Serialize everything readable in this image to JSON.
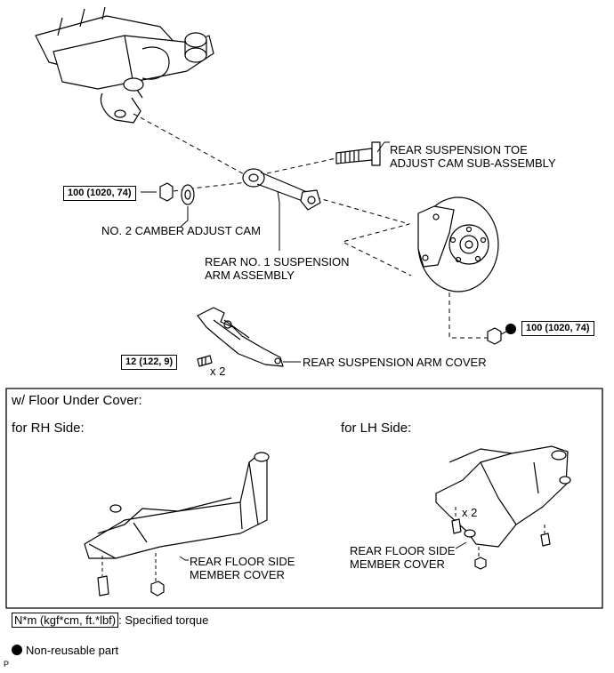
{
  "labels": {
    "toe_cam_line1": "REAR SUSPENSION TOE",
    "toe_cam_line2": "ADJUST CAM SUB-ASSEMBLY",
    "camber_cam": "NO. 2 CAMBER ADJUST CAM",
    "arm_line1": "REAR NO. 1 SUSPENSION",
    "arm_line2": "ARM ASSEMBLY",
    "arm_cover": "REAR SUSPENSION ARM COVER",
    "count_x2_top": "x 2",
    "count_x2_lh": "x 2",
    "floor_cover_rh_line1": "REAR FLOOR SIDE",
    "floor_cover_rh_line2": "MEMBER COVER",
    "floor_cover_lh_line1": "REAR FLOOR SIDE",
    "floor_cover_lh_line2": "MEMBER COVER"
  },
  "torques": {
    "camber_nut": "100 (1020, 74)",
    "hub_nut": "100 (1020, 74)",
    "cover_bolt": "12 (122, 9)"
  },
  "section": {
    "title": "w/ Floor Under Cover:",
    "rh": "for RH Side:",
    "lh": "for LH Side:"
  },
  "legend": {
    "torque_unit": "N*m (kgf*cm, ft.*lbf)",
    "torque_desc": ": Specified torque",
    "nonreusable": "Non-reusable part"
  },
  "corner_code": "P"
}
